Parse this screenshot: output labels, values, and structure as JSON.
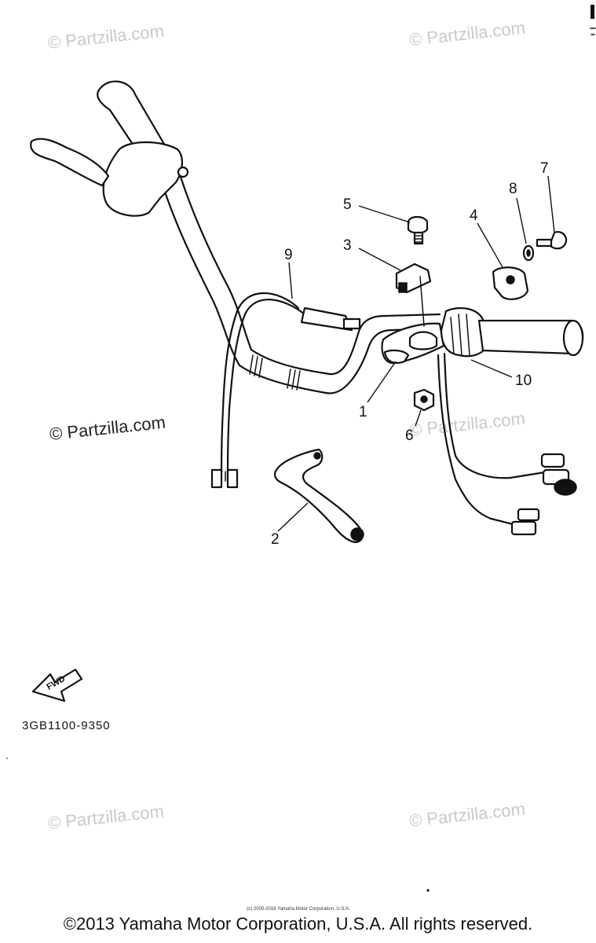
{
  "watermarks": [
    "© Partzilla.com",
    "© Partzilla.com",
    "© Partzilla.com",
    "© Partzilla.com",
    "© Partzilla.com",
    "© Partzilla.com"
  ],
  "callouts": [
    "1",
    "2",
    "3",
    "4",
    "5",
    "6",
    "7",
    "8",
    "9",
    "10"
  ],
  "fwd_label": "FWD",
  "diagram_code": "3GB1100-9350",
  "small_copyright": "(c) 2005-2016 Yamaha Motor Corporation, U.S.A.",
  "footer_copyright": "©2013 Yamaha Motor Corporation, U.S.A. All rights reserved."
}
